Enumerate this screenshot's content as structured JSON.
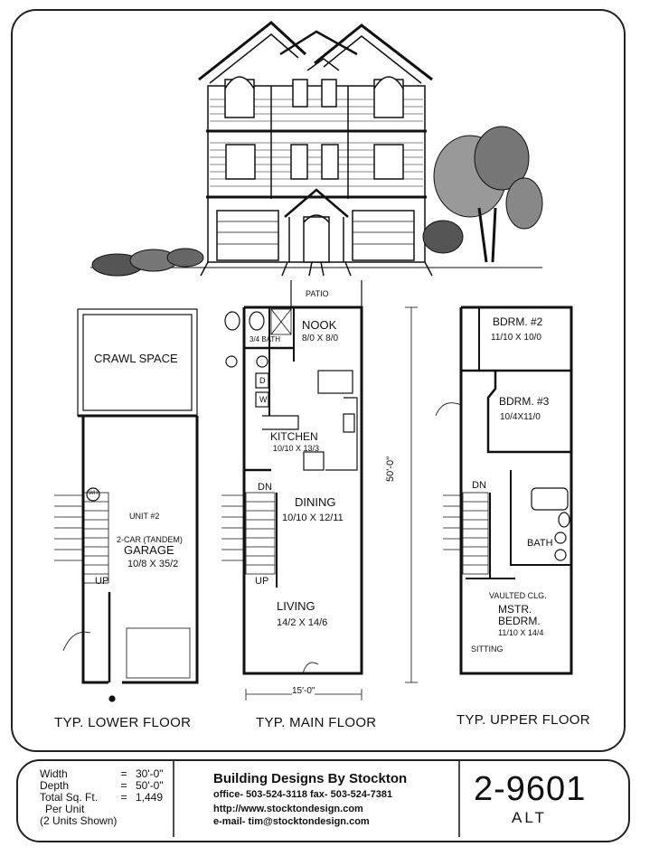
{
  "lower_floor": {
    "title": "TYP. LOWER FLOOR",
    "crawl_space": "CRAWL SPACE",
    "unit_tag": "UNIT #2",
    "garage_type": "2-CAR (TANDEM)",
    "garage_name": "GARAGE",
    "garage_size": "10/8 X 35/2",
    "up": "UP",
    "wh": "WH"
  },
  "main_floor": {
    "title": "TYP. MAIN FLOOR",
    "patio": "PATIO",
    "nook": "NOOK",
    "nook_size": "8/0 X 8/0",
    "bath": "3/4 BATH",
    "d": "D",
    "w": "W",
    "kitchen": "KITCHEN",
    "kitchen_size": "10/10 X 13/3",
    "dn": "DN",
    "dining": "DINING",
    "dining_size": "10/10 X 12/11",
    "up": "UP",
    "living": "LIVING",
    "living_size": "14/2 X 14/6",
    "depth_dim": "50'-0\"",
    "width_dim": "15'-0\""
  },
  "upper_floor": {
    "title": "TYP. UPPER FLOOR",
    "bdrm2": "BDRM. #2",
    "bdrm2_size": "11/10 X 10/0",
    "bdrm3": "BDRM. #3",
    "bdrm3_size": "10/4X11/0",
    "dn": "DN",
    "bath": "BATH",
    "vaulted": "VAULTED CLG.",
    "mstr": "MSTR.",
    "bedrm": "BEDRM.",
    "mstr_size": "11/10 X 14/4",
    "sitting": "SITTING"
  },
  "specs": [
    {
      "key": "Width",
      "eq": "=",
      "val": "30'-0\""
    },
    {
      "key": "Depth",
      "eq": "=",
      "val": "50'-0\""
    },
    {
      "key": "Total Sq. Ft.",
      "eq": "=",
      "val": "1,449"
    },
    {
      "key": "Per Unit",
      "eq": "",
      "val": ""
    },
    {
      "key": "(2 Units Shown)",
      "eq": "",
      "val": ""
    }
  ],
  "company": {
    "name": "Building Designs By Stockton",
    "phones": "office- 503-524-3118   fax- 503-524-7381",
    "web": "http://www.stocktondesign.com",
    "email": "e-mail-  tim@stocktondesign.com"
  },
  "plan": {
    "number": "2-9601",
    "sub": "ALT"
  }
}
